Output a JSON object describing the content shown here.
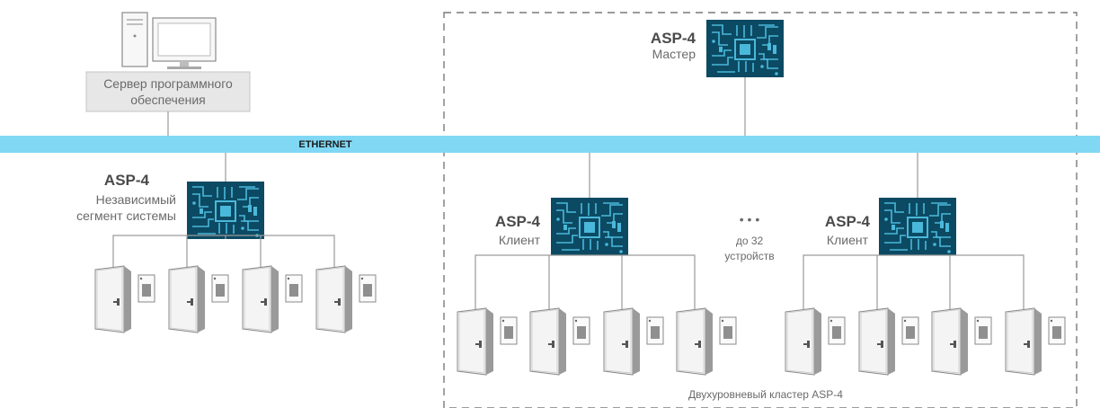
{
  "network": {
    "label": "ETHERNET"
  },
  "server": {
    "label_line1": "Сервер программного",
    "label_line2": "обеспечения"
  },
  "independent": {
    "title": "ASP-4",
    "line1": "Независимый",
    "line2": "сегмент системы"
  },
  "master": {
    "title": "ASP-4",
    "subtitle": "Мастер"
  },
  "client_left": {
    "title": "ASP-4",
    "subtitle": "Клиент"
  },
  "client_right": {
    "title": "ASP-4",
    "subtitle": "Клиент"
  },
  "more": {
    "dots": "• • •",
    "line1": "до 32",
    "line2": "устройств"
  },
  "cluster": {
    "label": "Двухуровневый кластер ASP-4"
  },
  "colors": {
    "ethernet": "#80d8f4",
    "board": "#0c4a63",
    "trace": "#4ab8da",
    "line": "#9a9a9a",
    "door": "#8a8a8a"
  }
}
